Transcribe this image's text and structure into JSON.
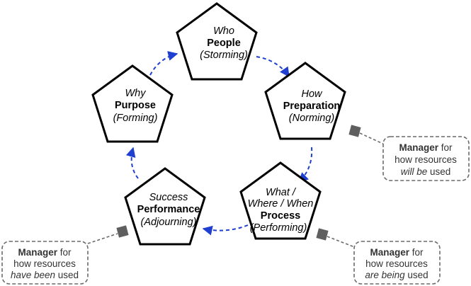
{
  "colors": {
    "arrow": "#1f3fd1",
    "outline": "#000000",
    "note_border": "#6a6a6a",
    "handle": "#5f5f5f"
  },
  "nodes": {
    "people": {
      "question": "Who",
      "name": "People",
      "stage": "(Storming)"
    },
    "preparation": {
      "question": "How",
      "name": "Preparation",
      "stage": "(Norming)"
    },
    "process": {
      "question_1": "What /",
      "question_2": "Where / When",
      "name": "Process",
      "stage": "(Performing)"
    },
    "performance": {
      "question": "Success",
      "name": "Performance",
      "stage": "(Adjourning)"
    },
    "purpose": {
      "question": "Why",
      "name": "Purpose",
      "stage": "(Forming)"
    }
  },
  "notes": {
    "will_be": {
      "bold": "Manager",
      "rest": " for",
      "line2": "how resources",
      "emph": "will be",
      "tail": " used"
    },
    "are_being": {
      "bold": "Manager",
      "rest": " for",
      "line2": "how resources",
      "emph": "are being",
      "tail": " used"
    },
    "have_been": {
      "bold": "Manager",
      "rest": " for",
      "line2": "how resources",
      "emph": "have been",
      "tail": " used"
    }
  }
}
